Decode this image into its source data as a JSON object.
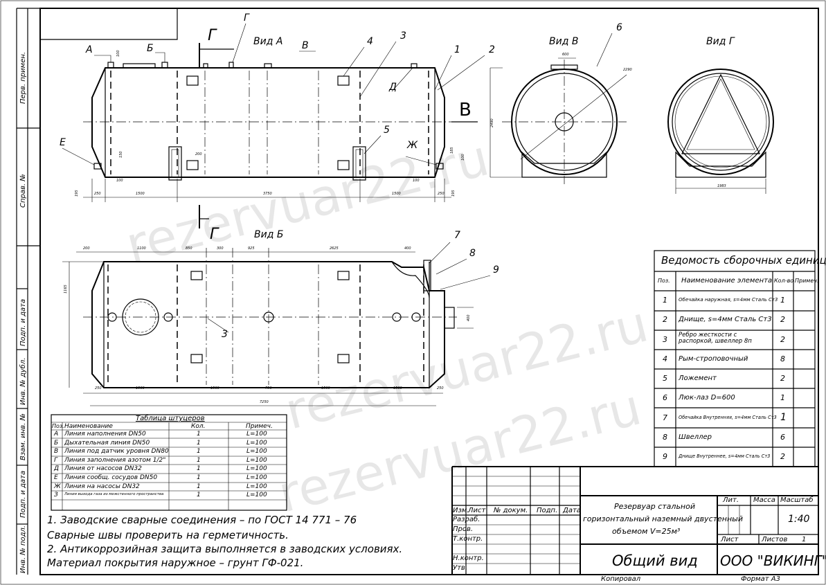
{
  "views": {
    "view_a": "Вид А",
    "view_b": "Вид Б",
    "view_v": "Вид В",
    "view_g": "Вид Г",
    "section_letter": "Г",
    "arrow_letter": "В"
  },
  "fitting_letters": [
    "А",
    "Б",
    "Г",
    "В",
    "Д",
    "Е",
    "Ж"
  ],
  "position_numbers": [
    "1",
    "2",
    "3",
    "4",
    "5",
    "6",
    "7",
    "8",
    "9",
    "3"
  ],
  "dims": {
    "main_bottom": [
      "250",
      "1500",
      "3750",
      "1500",
      "250"
    ],
    "main_misc": [
      "100",
      "150",
      "200",
      "195",
      "100",
      "100",
      "185",
      "100",
      "195",
      "2490"
    ],
    "view_v": [
      "600",
      "2290"
    ],
    "view_g": [
      "1983"
    ],
    "view_b_top": [
      "200",
      "1100",
      "850",
      "300",
      "925",
      "2625",
      "400"
    ],
    "view_b_bottom": [
      "250",
      "1500",
      "1500",
      "750",
      "1500",
      "1500",
      "250"
    ],
    "view_b_total": "7250",
    "view_b_side": [
      "1165",
      "400"
    ]
  },
  "fittings_table": {
    "title": "Таблица штуцеров",
    "headers": [
      "Поз.",
      "Наименование",
      "Кол.",
      "Примеч."
    ],
    "rows": [
      [
        "А",
        "Линия наполнения DN50",
        "1",
        "L=100"
      ],
      [
        "Б",
        "Дыхательная линия DN50",
        "1",
        "L=100"
      ],
      [
        "В",
        "Линия под датчик уровня DN80",
        "1",
        "L=100"
      ],
      [
        "Г",
        "Линия заполнения азотом 1/2\"",
        "1",
        "L=100"
      ],
      [
        "Д",
        "Линия от насосов DN32",
        "1",
        "L=100"
      ],
      [
        "Е",
        "Линия сообщ. сосудов DN50",
        "1",
        "L=100"
      ],
      [
        "Ж",
        "Линия на насосы DN32",
        "1",
        "L=100"
      ],
      [
        "З",
        "Линия выхода газа из межстенного пространства",
        "1",
        "L=100"
      ]
    ]
  },
  "notes": [
    "1. Заводские сварные соединения – по ГОСТ 14 771 – 76",
    "Сварные швы проверить на герметичность.",
    "2. Антикоррозийная защита выполняется в заводских условиях.",
    "Материал покрытия наружное – грунт ГФ-021."
  ],
  "assembly": {
    "title": "Ведомость сборочных единиц",
    "headers": [
      "Поз.",
      "Наименование элемента",
      "Кол-во",
      "Примеч."
    ],
    "rows": [
      [
        "1",
        "Обечайка наружная, s=4мм Сталь Ст3",
        "1",
        ""
      ],
      [
        "2",
        "Днище, s=4мм Сталь Ст3",
        "2",
        ""
      ],
      [
        "3",
        "Ребро жесткости с распоркой, швеллер 8п",
        "2",
        ""
      ],
      [
        "4",
        "Рым-строповочный",
        "8",
        ""
      ],
      [
        "5",
        "Ложемент",
        "2",
        ""
      ],
      [
        "6",
        "Люк-лаз D=600",
        "1",
        ""
      ],
      [
        "7",
        "Обечайка Внутренняя, s=4мм Сталь Ст3",
        "1",
        ""
      ],
      [
        "8",
        "Швеллер",
        "6",
        ""
      ],
      [
        "9",
        "Днище Внутреннее, s=4мм Сталь Ст3",
        "2",
        ""
      ]
    ]
  },
  "side_stamp": [
    "Перв. примен.",
    "Справ. №",
    "Подп. и дата",
    "Инв. № дубл.",
    "Взам. инв. №",
    "Подп. и дата",
    "Инв. № подл."
  ],
  "title_block": {
    "cols": [
      "Изм.",
      "Лист",
      "№ докум.",
      "Подп.",
      "Дата"
    ],
    "roles": [
      "Разраб.",
      "Пров.",
      "Т.контр.",
      "",
      "Н.контр.",
      "Утв."
    ],
    "description": [
      "Резервуар стальной",
      "горизонтальный наземный двустенный",
      "объемом V=25м³"
    ],
    "sheet_title": "Общий вид",
    "lit": "Лит.",
    "mass": "Масса",
    "scale_label": "Масштаб",
    "scale": "1:40",
    "sheet": "Лист",
    "sheets": "Листов",
    "sheets_count": "1",
    "company": "ООО \"ВИКИНГ\"",
    "copied": "Копировал",
    "format": "Формат   А3"
  },
  "watermark": "rezervuar22.ru"
}
